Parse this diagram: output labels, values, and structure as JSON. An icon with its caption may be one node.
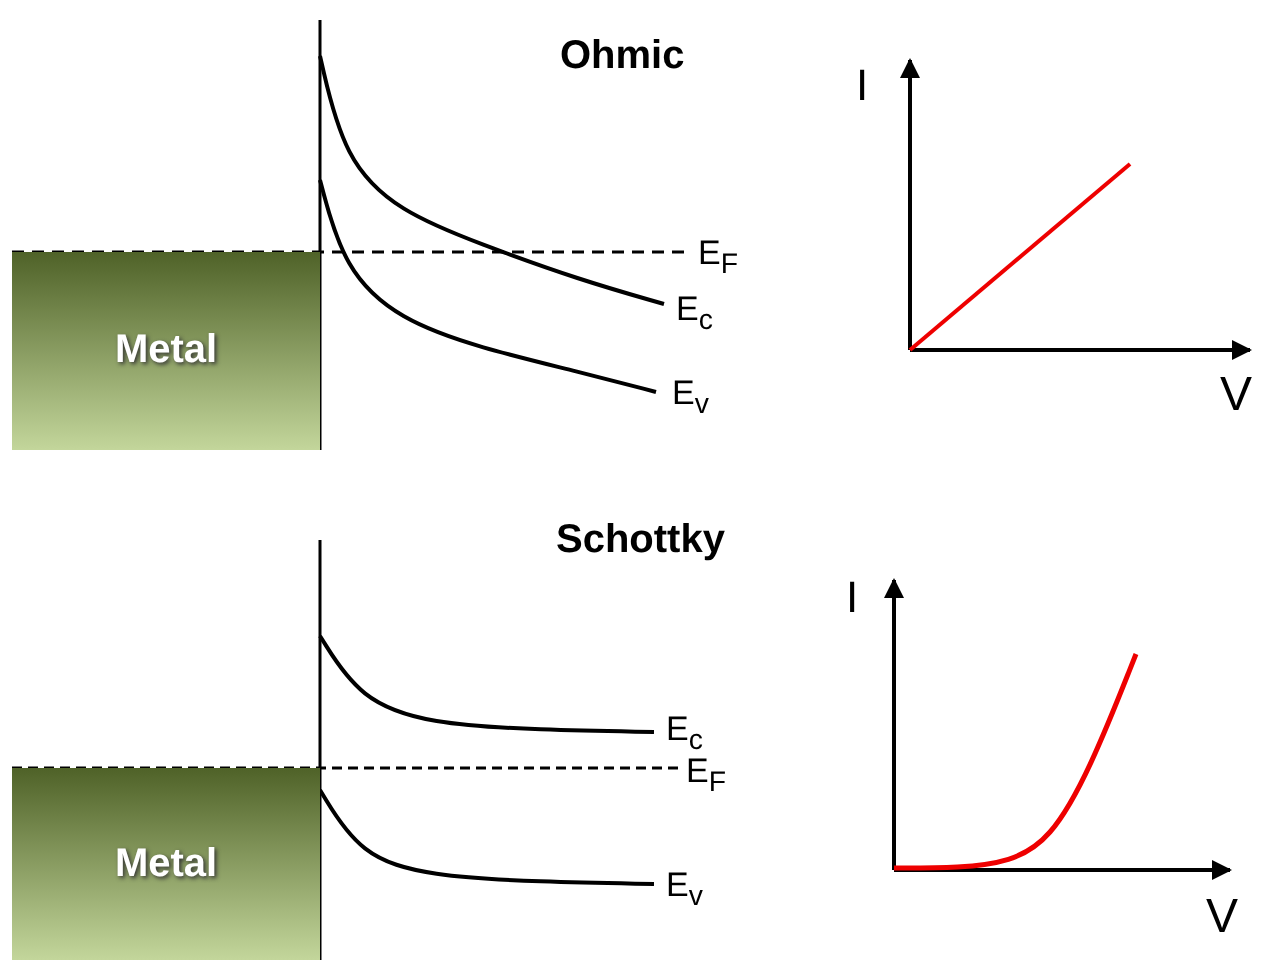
{
  "diagram": {
    "nodes": [
      {
        "text": [
          "Metal"
        ]
      },
      {
        "text": [
          "Metal"
        ]
      }
    ],
    "labels": [
      "Ohmic",
      "E$_{F}$",
      "E$_{c}$",
      "E$_{v}$",
      "I",
      "V",
      "Schottky",
      "E$_{c}$",
      "E$_{F}$",
      "E$_{v}$",
      "I",
      "V"
    ]
  }
}
